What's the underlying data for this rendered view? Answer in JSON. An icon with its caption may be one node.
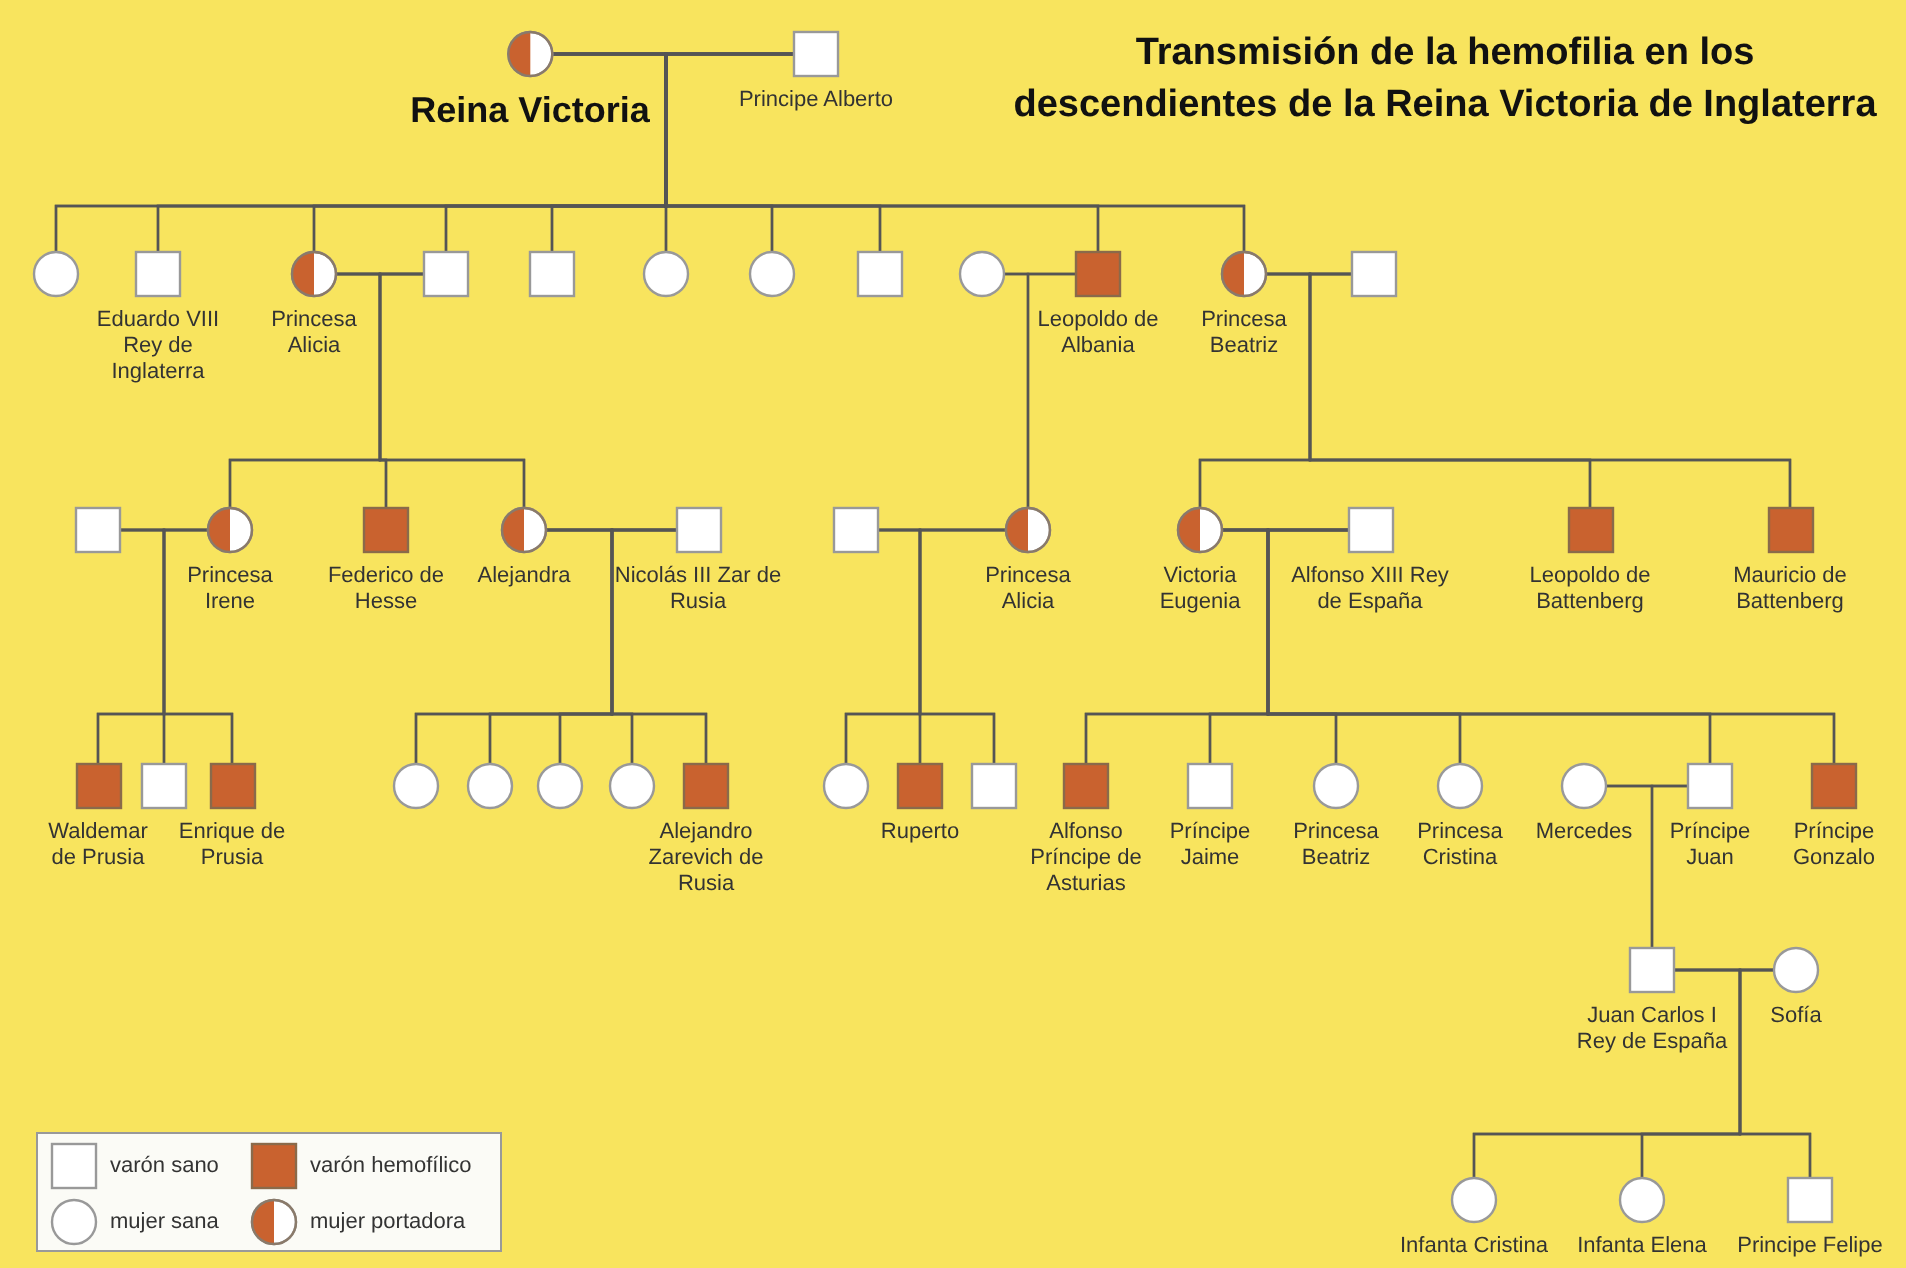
{
  "diagram": {
    "title": "Transmisión de la hemofilia en los descendientes de la Reina Victoria de Inglaterra",
    "nodes": [
      {
        "text": [
          "Reina Victoria"
        ]
      },
      {
        "text": [
          "Principe Alberto"
        ]
      },
      {
        "text": [],
        "shape": "circle"
      },
      {
        "text": [
          "Eduardo VIII Rey de Inglaterra"
        ]
      },
      {
        "text": [
          "Princesa Alicia"
        ]
      },
      {
        "text": [],
        "shape": "box"
      },
      {
        "text": [],
        "shape": "box"
      },
      {
        "text": [],
        "shape": "circle"
      },
      {
        "text": [],
        "shape": "circle"
      },
      {
        "text": [],
        "shape": "box"
      },
      {
        "text": [],
        "shape": "circle"
      },
      {
        "text": [
          "Leopoldo de Albania"
        ]
      },
      {
        "text": [
          "Princesa Beatriz"
        ]
      },
      {
        "text": [],
        "shape": "box"
      },
      {
        "text": [],
        "shape": "box"
      },
      {
        "text": [
          "Princesa Irene"
        ]
      },
      {
        "text": [
          "Federico de Hesse"
        ]
      },
      {
        "text": [
          "Alejandra"
        ]
      },
      {
        "text": [
          "Nicolás III Zar de Rusia"
        ]
      },
      {
        "text": [],
        "shape": "box"
      },
      {
        "text": [
          "Princesa Alicia"
        ]
      },
      {
        "text": [
          "Victoria Eugenia"
        ]
      },
      {
        "text": [
          "Alfonso XIII Rey de España"
        ]
      },
      {
        "text": [
          "Leopoldo de Battenberg"
        ]
      },
      {
        "text": [
          "Mauricio de Battenberg"
        ]
      },
      {
        "text": [
          "Waldemar de Prusia"
        ]
      },
      {
        "text": [],
        "shape": "box"
      },
      {
        "text": [
          "Enrique de Prusia"
        ]
      },
      {
        "text": [],
        "shape": "circle"
      },
      {
        "text": [],
        "shape": "circle"
      },
      {
        "text": [],
        "shape": "circle"
      },
      {
        "text": [],
        "shape": "circle"
      },
      {
        "text": [
          "Alejandro Zarevich de Rusia"
        ]
      },
      {
        "text": [],
        "shape": "circle"
      },
      {
        "text": [
          "Ruperto"
        ]
      },
      {
        "text": [],
        "shape": "box"
      },
      {
        "text": [
          "Alfonso Príncipe de Asturias"
        ]
      },
      {
        "text": [
          "Príncipe Jaime"
        ]
      },
      {
        "text": [
          "Princesa Beatriz"
        ]
      },
      {
        "text": [
          "Princesa Cristina"
        ]
      },
      {
        "text": [
          "Mercedes"
        ]
      },
      {
        "text": [
          "Príncipe Juan"
        ]
      },
      {
        "text": [
          "Príncipe Gonzalo"
        ]
      },
      {
        "text": [
          "Juan Carlos I Rey de España"
        ]
      },
      {
        "text": [
          "Sofía"
        ]
      },
      {
        "text": [
          "Infanta Cristina"
        ]
      },
      {
        "text": [
          "Infanta Elena"
        ]
      },
      {
        "text": [
          "Principe Felipe"
        ]
      }
    ],
    "edges": [
      {
        "from": 0,
        "to": 1,
        "arrow": "none"
      },
      {
        "from": 0,
        "to": 2,
        "arrow": "none"
      },
      {
        "from": 1,
        "to": 2,
        "arrow": "none"
      },
      {
        "from": 0,
        "to": 3,
        "arrow": "none"
      },
      {
        "from": 1,
        "to": 3,
        "arrow": "none"
      },
      {
        "from": 0,
        "to": 4,
        "arrow": "none"
      },
      {
        "from": 1,
        "to": 4,
        "arrow": "none"
      },
      {
        "from": 0,
        "to": 5,
        "arrow": "none"
      },
      {
        "from": 1,
        "to": 5,
        "arrow": "none"
      },
      {
        "from": 0,
        "to": 6,
        "arrow": "none"
      },
      {
        "from": 1,
        "to": 6,
        "arrow": "none"
      },
      {
        "from": 0,
        "to": 7,
        "arrow": "none"
      },
      {
        "from": 1,
        "to": 7,
        "arrow": "none"
      },
      {
        "from": 0,
        "to": 8,
        "arrow": "none"
      },
      {
        "from": 1,
        "to": 8,
        "arrow": "none"
      },
      {
        "from": 0,
        "to": 9,
        "arrow": "none"
      },
      {
        "from": 1,
        "to": 9,
        "arrow": "none"
      },
      {
        "from": 0,
        "to": 11,
        "arrow": "none"
      },
      {
        "from": 1,
        "to": 11,
        "arrow": "none"
      },
      {
        "from": 0,
        "to": 12,
        "arrow": "none"
      },
      {
        "from": 1,
        "to": 12,
        "arrow": "none"
      },
      {
        "from": 4,
        "to": 5,
        "arrow": "none"
      },
      {
        "from": 10,
        "to": 11,
        "arrow": "none"
      },
      {
        "from": 12,
        "to": 13,
        "arrow": "none"
      },
      {
        "from": 4,
        "to": 15,
        "arrow": "none"
      },
      {
        "from": 5,
        "to": 15,
        "arrow": "none"
      },
      {
        "from": 4,
        "to": 16,
        "arrow": "none"
      },
      {
        "from": 5,
        "to": 16,
        "arrow": "none"
      },
      {
        "from": 4,
        "to": 17,
        "arrow": "none"
      },
      {
        "from": 5,
        "to": 17,
        "arrow": "none"
      },
      {
        "from": 10,
        "to": 20,
        "arrow": "none"
      },
      {
        "from": 11,
        "to": 20,
        "arrow": "none"
      },
      {
        "from": 12,
        "to": 21,
        "arrow": "none"
      },
      {
        "from": 13,
        "to": 21,
        "arrow": "none"
      },
      {
        "from": 12,
        "to": 23,
        "arrow": "none"
      },
      {
        "from": 13,
        "to": 23,
        "arrow": "none"
      },
      {
        "from": 12,
        "to": 24,
        "arrow": "none"
      },
      {
        "from": 13,
        "to": 24,
        "arrow": "none"
      },
      {
        "from": 14,
        "to": 15,
        "arrow": "none"
      },
      {
        "from": 17,
        "to": 18,
        "arrow": "none"
      },
      {
        "from": 19,
        "to": 20,
        "arrow": "none"
      },
      {
        "from": 21,
        "to": 22,
        "arrow": "none"
      },
      {
        "from": 14,
        "to": 25,
        "arrow": "none"
      },
      {
        "from": 15,
        "to": 25,
        "arrow": "none"
      },
      {
        "from": 14,
        "to": 26,
        "arrow": "none"
      },
      {
        "from": 15,
        "to": 26,
        "arrow": "none"
      },
      {
        "from": 14,
        "to": 27,
        "arrow": "none"
      },
      {
        "from": 15,
        "to": 27,
        "arrow": "none"
      },
      {
        "from": 17,
        "to": 28,
        "arrow": "none"
      },
      {
        "from": 18,
        "to": 28,
        "arrow": "none"
      },
      {
        "from": 17,
        "to": 29,
        "arrow": "none"
      },
      {
        "from": 18,
        "to": 29,
        "arrow": "none"
      },
      {
        "from": 17,
        "to": 30,
        "arrow": "none"
      },
      {
        "from": 18,
        "to": 30,
        "arrow": "none"
      },
      {
        "from": 17,
        "to": 31,
        "arrow": "none"
      },
      {
        "from": 18,
        "to": 31,
        "arrow": "none"
      },
      {
        "from": 17,
        "to": 32,
        "arrow": "none"
      },
      {
        "from": 18,
        "to": 32,
        "arrow": "none"
      },
      {
        "from": 19,
        "to": 33,
        "arrow": "none"
      },
      {
        "from": 20,
        "to": 33,
        "arrow": "none"
      },
      {
        "from": 19,
        "to": 34,
        "arrow": "none"
      },
      {
        "from": 20,
        "to": 34,
        "arrow": "none"
      },
      {
        "from": 19,
        "to": 35,
        "arrow": "none"
      },
      {
        "from": 20,
        "to": 35,
        "arrow": "none"
      },
      {
        "from": 21,
        "to": 36,
        "arrow": "none"
      },
      {
        "from": 22,
        "to": 36,
        "arrow": "none"
      },
      {
        "from": 21,
        "to": 37,
        "arrow": "none"
      },
      {
        "from": 22,
        "to": 37,
        "arrow": "none"
      },
      {
        "from": 21,
        "to": 38,
        "arrow": "none"
      },
      {
        "from": 22,
        "to": 38,
        "arrow": "none"
      },
      {
        "from": 21,
        "to": 39,
        "arrow": "none"
      },
      {
        "from": 22,
        "to": 39,
        "arrow": "none"
      },
      {
        "from": 21,
        "to": 41,
        "arrow": "none"
      },
      {
        "from": 22,
        "to": 41,
        "arrow": "none"
      },
      {
        "from": 21,
        "to": 42,
        "arrow": "none"
      },
      {
        "from": 22,
        "to": 42,
        "arrow": "none"
      },
      {
        "from": 40,
        "to": 41,
        "arrow": "none"
      },
      {
        "from": 40,
        "to": 43,
        "arrow": "none"
      },
      {
        "from": 41,
        "to": 43,
        "arrow": "none"
      },
      {
        "from": 43,
        "to": 44,
        "arrow": "none"
      },
      {
        "from": 43,
        "to": 45,
        "arrow": "none"
      },
      {
        "from": 44,
        "to": 45,
        "arrow": "none"
      },
      {
        "from": 43,
        "to": 46,
        "arrow": "none"
      },
      {
        "from": 44,
        "to": 46,
        "arrow": "none"
      },
      {
        "from": 43,
        "to": 47,
        "arrow": "none"
      },
      {
        "from": 44,
        "to": 47,
        "arrow": "none"
      }
    ],
    "legend": [
      {
        "text": "varón sano"
      },
      {
        "text": "varón hemofílico"
      },
      {
        "text": "mujer sana"
      },
      {
        "text": "mujer portadora"
      }
    ]
  }
}
